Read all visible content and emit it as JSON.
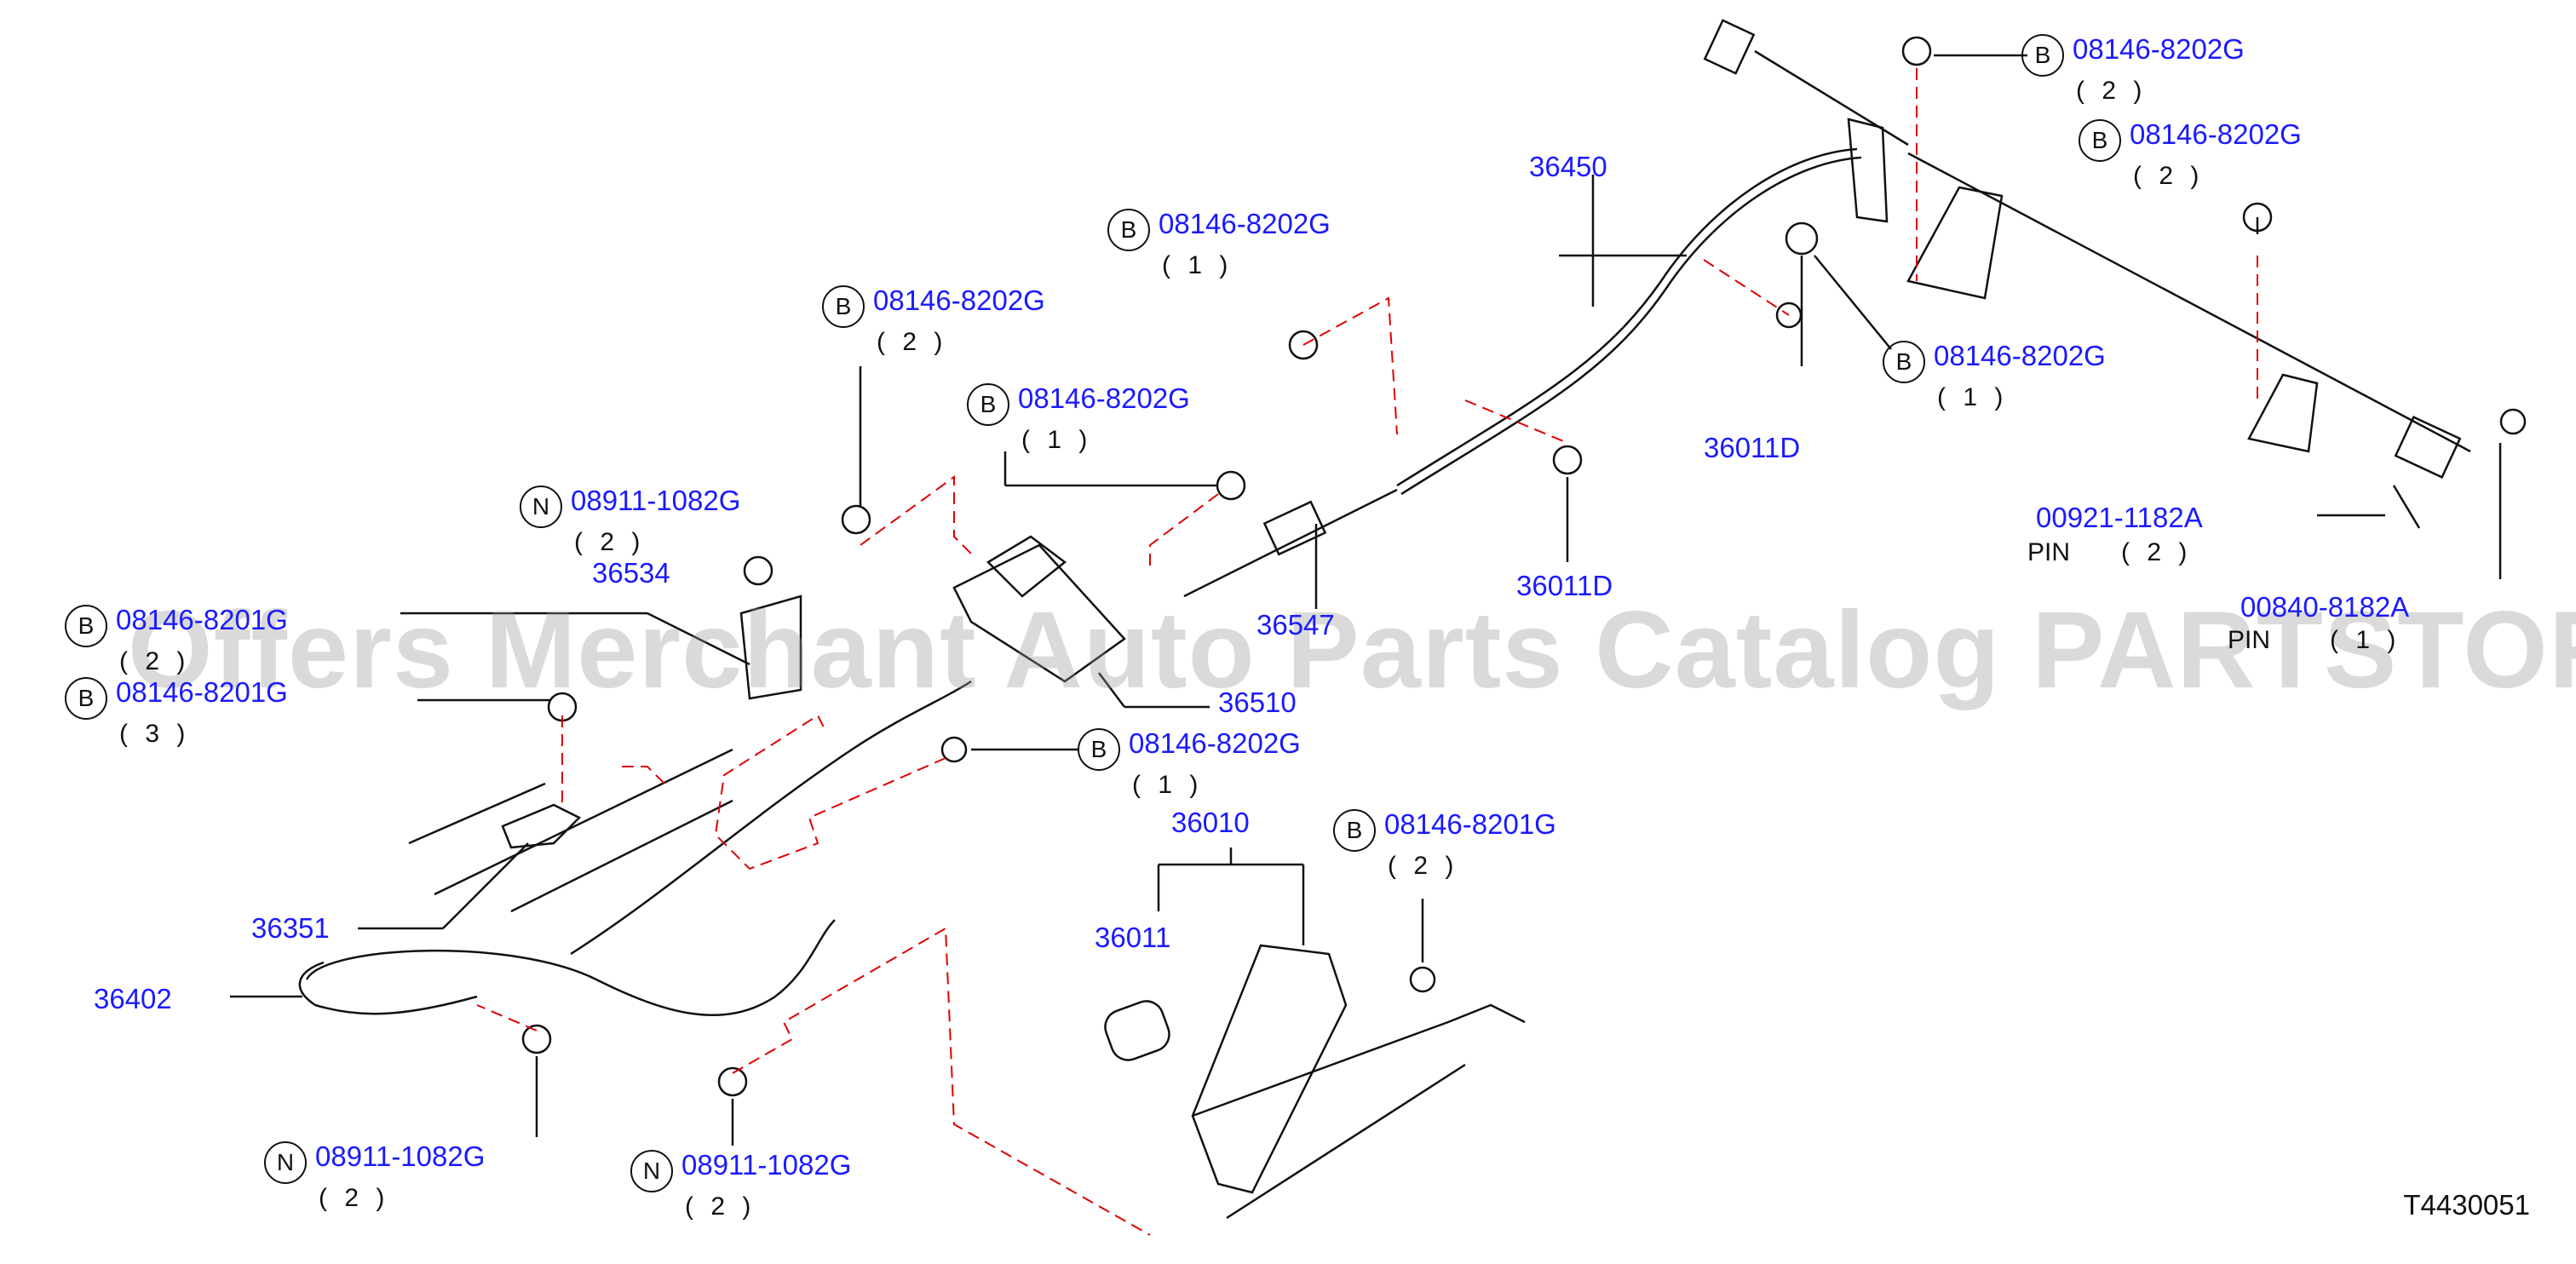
{
  "watermark": "Offers Merchant Auto Parts Catalog PARTSTORE.SA",
  "figure_code": "T4430051",
  "callouts": {
    "c1": {
      "circle": "B",
      "part": "08146-8202G",
      "qty": "( 2 )"
    },
    "c2": {
      "circle": "B",
      "part": "08146-8202G",
      "qty": "( 2 )"
    },
    "c3": {
      "circle": "B",
      "part": "08146-8202G",
      "qty": "( 1 )"
    },
    "c4": {
      "circle": "B",
      "part": "08146-8202G",
      "qty": "( 2 )"
    },
    "c5": {
      "circle": "B",
      "part": "08146-8202G",
      "qty": "( 1 )"
    },
    "c6": {
      "circle": "B",
      "part": "08146-8202G",
      "qty": "( 1 )"
    },
    "c7": {
      "circle": "N",
      "part": "08911-1082G",
      "qty": "( 2 )"
    },
    "c8": {
      "circle": "B",
      "part": "08146-8201G",
      "qty": "( 2 )"
    },
    "c9": {
      "circle": "B",
      "part": "08146-8201G",
      "qty": "( 3 )"
    },
    "c10": {
      "circle": "B",
      "part": "08146-8202G",
      "qty": "( 1 )"
    },
    "c11": {
      "circle": "B",
      "part": "08146-8201G",
      "qty": "( 2 )"
    },
    "c12": {
      "circle": "N",
      "part": "08911-1082G",
      "qty": "( 2 )"
    },
    "c13": {
      "circle": "N",
      "part": "08911-1082G",
      "qty": "( 2 )"
    }
  },
  "labels": {
    "p36450": "36450",
    "p36011D_a": "36011D",
    "p36011D_b": "36011D",
    "p36534": "36534",
    "p36547": "36547",
    "p36510": "36510",
    "p36010": "36010",
    "p36011": "36011",
    "p36351": "36351",
    "p36402": "36402",
    "p00921": "00921-1182A",
    "pin1": "PIN",
    "pin1_qty": "( 2 )",
    "p00840": "00840-8182A",
    "pin2": "PIN",
    "pin2_qty": "( 1 )"
  }
}
